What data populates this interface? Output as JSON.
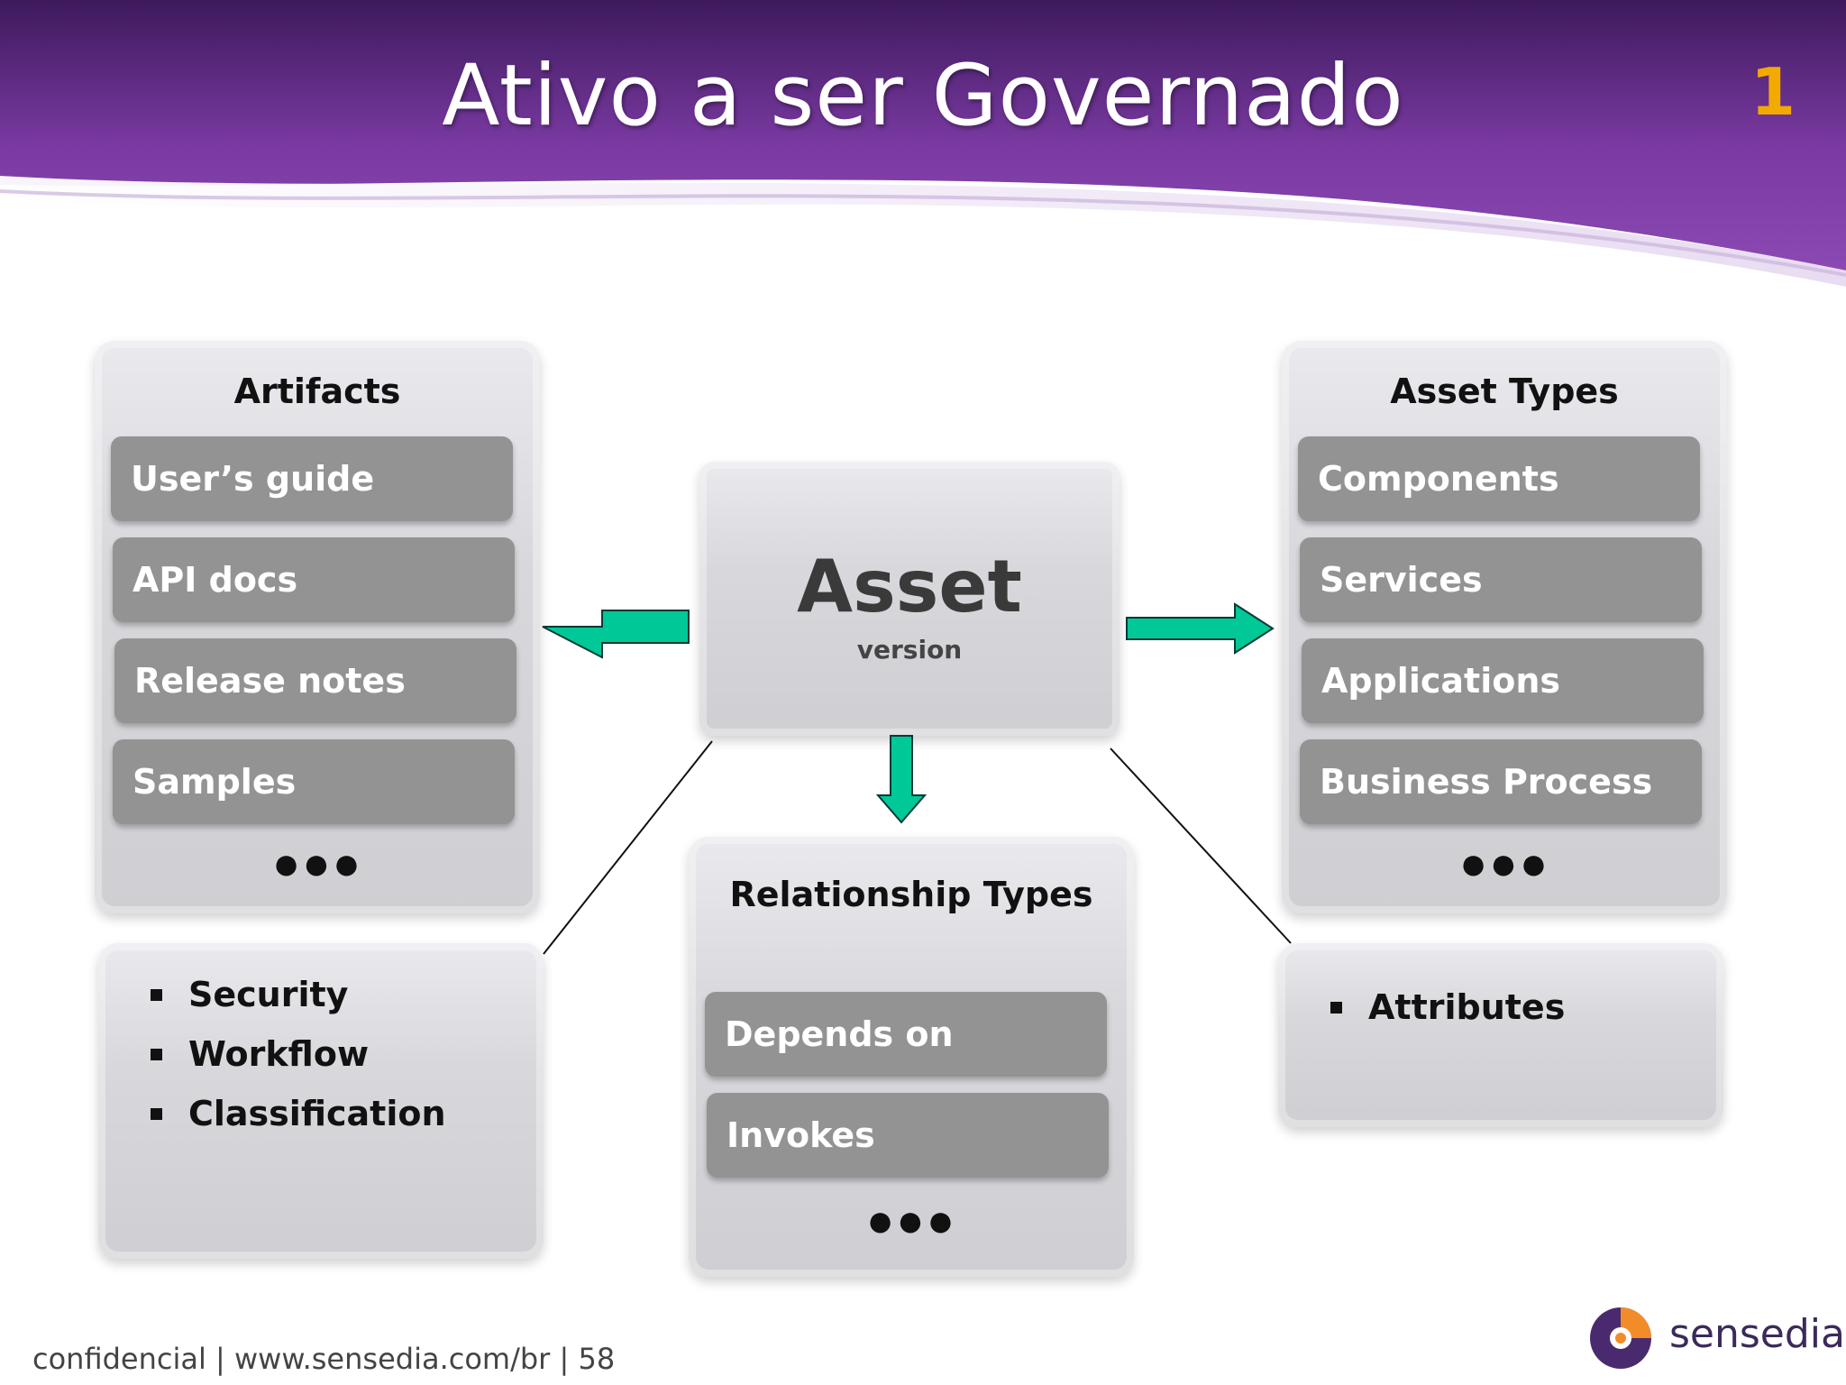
{
  "title": "Ativo a ser Governado",
  "corner_number": "1",
  "artifacts": {
    "title": "Artifacts",
    "items": [
      "User’s guide",
      "API docs",
      "Release notes",
      "Samples"
    ],
    "more": "●●●"
  },
  "asset": {
    "title": "Asset",
    "subtitle": "version"
  },
  "asset_types": {
    "title": "Asset Types",
    "items": [
      "Components",
      "Services",
      "Applications",
      "Business Process"
    ],
    "more": "●●●"
  },
  "relationship_types": {
    "title": "Relationship Types",
    "items": [
      "Depends on",
      "Invokes"
    ],
    "more": "●●●"
  },
  "policies": {
    "items": [
      "Security",
      "Workflow",
      "Classification"
    ]
  },
  "attributes": {
    "items": [
      "Attributes"
    ]
  },
  "footer": {
    "text": "confidencial | www.sensedia.com/br | 58"
  },
  "logo": {
    "text": "sensedia"
  },
  "colors": {
    "header": "#6a2a93",
    "arrow": "#00c896",
    "item": "#939393",
    "accent": "#f2a900"
  }
}
